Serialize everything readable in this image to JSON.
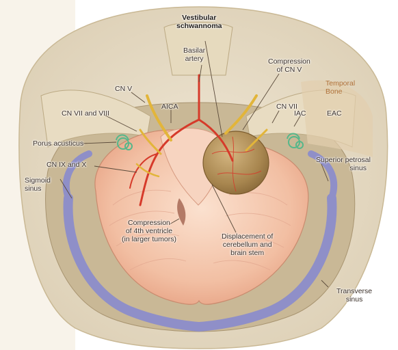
{
  "labels": {
    "vestibular_schwannoma": [
      "Vestibular",
      "schwannoma"
    ],
    "basilar_artery": [
      "Basilar",
      "artery"
    ],
    "compression_cn_v": [
      "Compression",
      "of CN V"
    ],
    "temporal_bone": [
      "Temporal",
      "Bone"
    ],
    "cn_v": "CN V",
    "cn_vii_right": "CN VII",
    "aica": "AICA",
    "cn_vii_viii": "CN VII and VIII",
    "iac": "IAC",
    "eac": "EAC",
    "porus_acusticus": "Porus acusticus",
    "cn_ix_x": "CN IX and X",
    "superior_petrosal_sinus": [
      "Superior petrosal",
      "sinus"
    ],
    "sigmoid_sinus": [
      "Sigmoid",
      "sinus"
    ],
    "compression_4th_ventricle": [
      "Compression",
      "of 4th ventricle",
      "(in larger tumors)"
    ],
    "displacement": [
      "Displacement of",
      "cerebellum and",
      "brain stem"
    ],
    "transverse_sinus": [
      "Transverse",
      "sinus"
    ]
  },
  "colors": {
    "bone": "#eadfca",
    "bone_edge": "#cfbfa2",
    "sinus": "#8f8fc8",
    "cerebellum": "#f4c7ae",
    "tumor": "#b3935e",
    "nerve": "#e2b53a",
    "artery": "#d63a2a",
    "temporal_bone_text": "#b0723b"
  }
}
